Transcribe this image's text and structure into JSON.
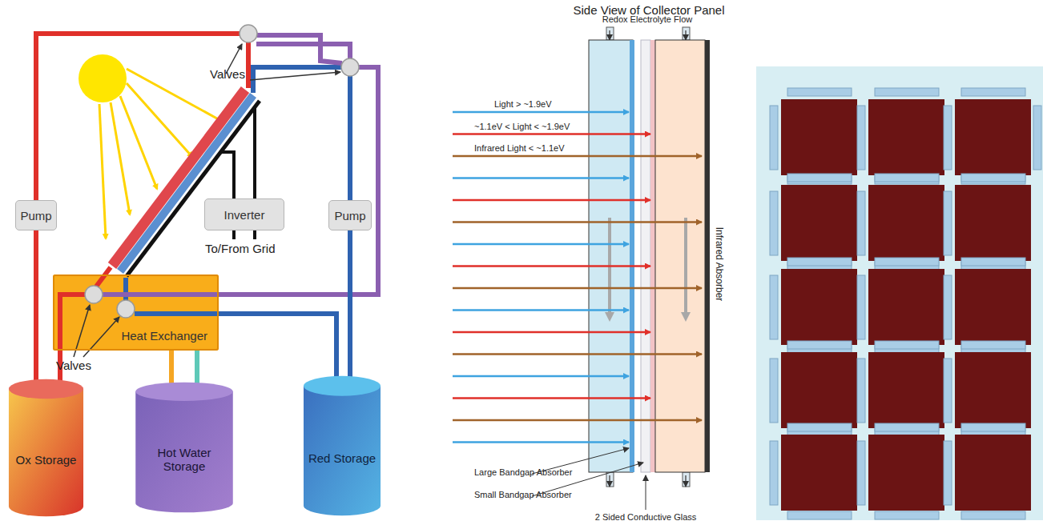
{
  "diagram": {
    "title": "Side View of Collector Panel",
    "nodes": [
      {
        "text": [
          "Pump"
        ]
      },
      {
        "text": [
          "Inverter"
        ]
      },
      {
        "text": [
          "Pump"
        ]
      },
      {
        "text": [
          "Heat Exchanger"
        ]
      },
      {
        "text": [
          "Ox Storage"
        ]
      },
      {
        "text": [
          "Hot Water Storage"
        ]
      },
      {
        "text": [
          "Red Storage"
        ]
      }
    ],
    "edges": [
      {
        "from": 4,
        "to": 0,
        "arrow": "none"
      },
      {
        "from": 6,
        "to": 2,
        "arrow": "none"
      },
      {
        "from": 5,
        "to": 3,
        "arrow": "none"
      },
      {
        "from": 5,
        "to": 3,
        "arrow": "none"
      }
    ],
    "labels": [
      "Valves",
      "Valves",
      "To/From Grid",
      "Redox Electrolyte Flow",
      "Light > ~1.9eV",
      "~1.1eV < Light < ~1.9eV",
      "Infrared Light < ~1.1eV",
      "Infrared Absorber",
      "Large Bandgap Absorber",
      "Small Bandgap Absorber",
      "2 Sided Conductive Glass"
    ]
  }
}
